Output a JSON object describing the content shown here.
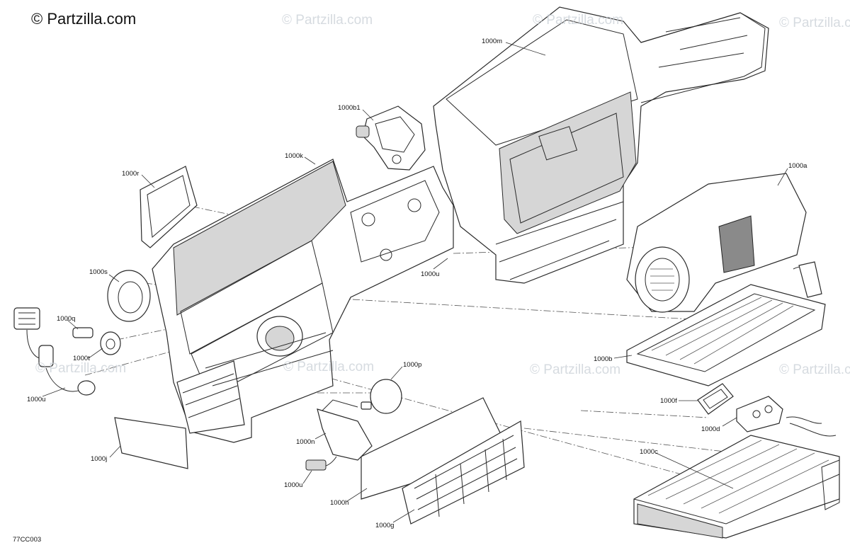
{
  "header": {
    "copyright": "© Partzilla.com"
  },
  "watermark": {
    "text": "© Partzilla.com"
  },
  "diagram": {
    "code": "77CC003",
    "callouts": [
      {
        "id": "1000m",
        "label": "1000m"
      },
      {
        "id": "1000b1",
        "label": "1000b1"
      },
      {
        "id": "1000k",
        "label": "1000k"
      },
      {
        "id": "1000r",
        "label": "1000r"
      },
      {
        "id": "1000a",
        "label": "1000a"
      },
      {
        "id": "1000s",
        "label": "1000s"
      },
      {
        "id": "1000u-center",
        "label": "1000u"
      },
      {
        "id": "1000q",
        "label": "1000q"
      },
      {
        "id": "1000t",
        "label": "1000t"
      },
      {
        "id": "1000b",
        "label": "1000b"
      },
      {
        "id": "1000p",
        "label": "1000p"
      },
      {
        "id": "1000u-left",
        "label": "1000u"
      },
      {
        "id": "1000f",
        "label": "1000f"
      },
      {
        "id": "1000d",
        "label": "1000d"
      },
      {
        "id": "1000n",
        "label": "1000n"
      },
      {
        "id": "1000j",
        "label": "1000j"
      },
      {
        "id": "1000c",
        "label": "1000c"
      },
      {
        "id": "1000u-bottom",
        "label": "1000u"
      },
      {
        "id": "1000h",
        "label": "1000h"
      },
      {
        "id": "1000g",
        "label": "1000g"
      }
    ]
  }
}
